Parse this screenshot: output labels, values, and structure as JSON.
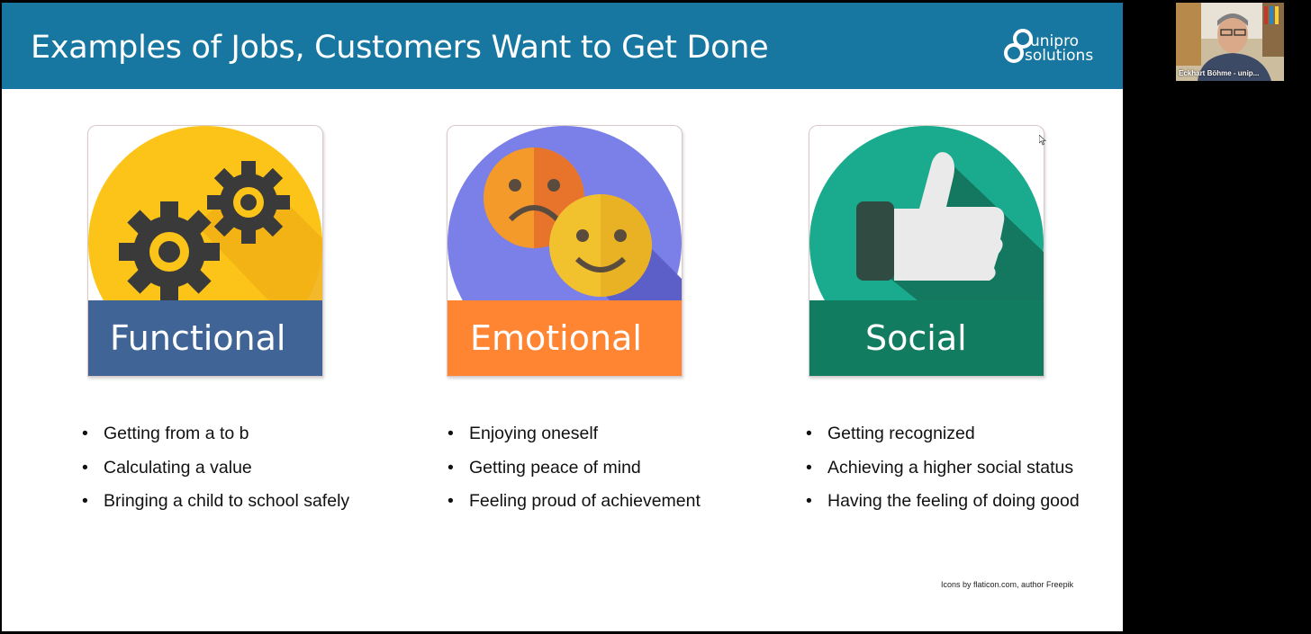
{
  "slide": {
    "title": "Examples of Jobs, Customers Want to Get Done",
    "logo": {
      "line1": "unipro",
      "line2": "solutions"
    },
    "colors": {
      "header": "#1877a0",
      "functional": "#3f6495",
      "emotional": "#ff8533",
      "social": "#127c61"
    },
    "cards": [
      {
        "label": "Functional",
        "icon": "gears-icon",
        "bullets": [
          "Getting from a to b",
          "Calculating a value",
          "Bringing a child to school safely"
        ]
      },
      {
        "label": "Emotional",
        "icon": "emotion-faces-icon",
        "bullets": [
          "Enjoying oneself",
          "Getting peace of mind",
          "Feeling proud of achievement"
        ]
      },
      {
        "label": "Social",
        "icon": "thumbs-up-icon",
        "bullets": [
          "Getting recognized",
          "Achieving a higher social status",
          "Having the feeling of doing good"
        ]
      }
    ],
    "bullet_char": "•",
    "credit": "Icons by flaticon.com, author Freepik"
  },
  "webcam": {
    "participant_name": "Eckhart Böhme - unip..."
  }
}
